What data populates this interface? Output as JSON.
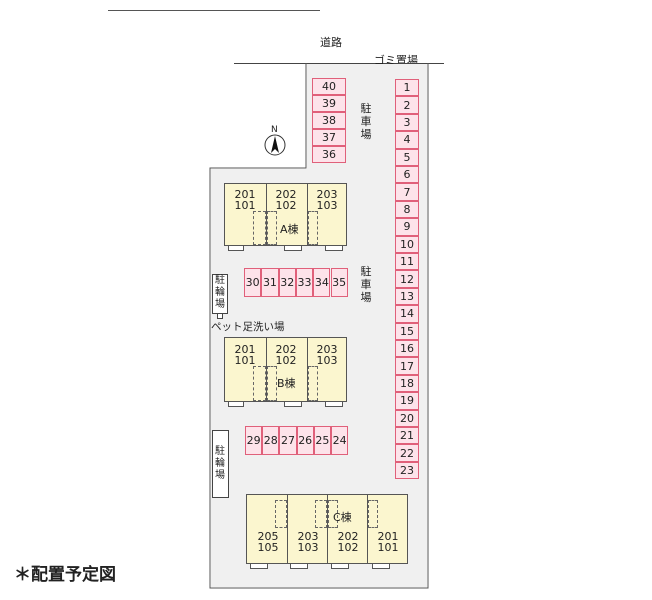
{
  "title": "＊配置予定図",
  "road_label": "道路",
  "garbage_label": "ゴミ置場",
  "north_label": "N",
  "parking_label": "駐車場",
  "bicycle_label": "駐輪場",
  "pet_wash_label": "ペット足洗い場",
  "buildings": {
    "a": {
      "name": "A棟",
      "units": [
        [
          "201",
          "101"
        ],
        [
          "202",
          "102"
        ],
        [
          "203",
          "103"
        ]
      ]
    },
    "b": {
      "name": "B棟",
      "units": [
        [
          "201",
          "101"
        ],
        [
          "202",
          "102"
        ],
        [
          "203",
          "103"
        ]
      ]
    },
    "c": {
      "name": "C棟",
      "units": [
        [
          "205",
          "105"
        ],
        [
          "203",
          "103"
        ],
        [
          "202",
          "102"
        ],
        [
          "201",
          "101"
        ]
      ]
    }
  },
  "parking_right": [
    "1",
    "2",
    "3",
    "4",
    "5",
    "6",
    "7",
    "8",
    "9",
    "10",
    "11",
    "12",
    "13",
    "14",
    "15",
    "16",
    "17",
    "18",
    "19",
    "20",
    "21",
    "22",
    "23"
  ],
  "parking_top": [
    "40",
    "39",
    "38",
    "37",
    "36"
  ],
  "parking_row_a": [
    "30",
    "31",
    "32",
    "33",
    "34",
    "35"
  ],
  "parking_row_b": [
    "29",
    "28",
    "27",
    "26",
    "25",
    "24"
  ]
}
